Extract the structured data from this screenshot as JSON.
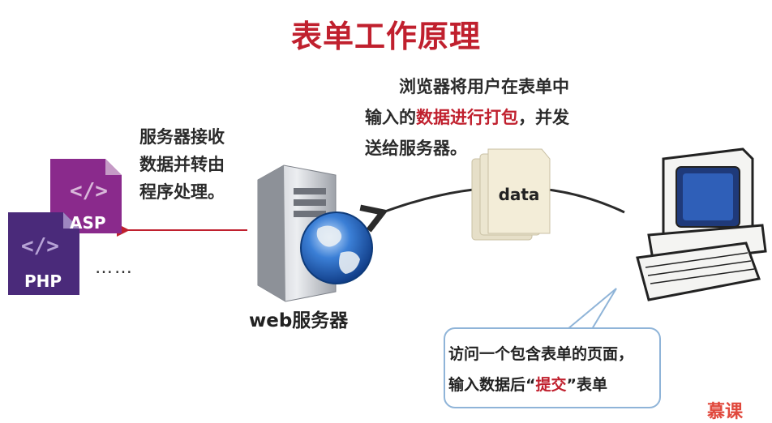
{
  "title": "表单工作原理",
  "browser_note": {
    "line1": "浏览器将用户在表单中",
    "line2_pre": "输入的",
    "line2_hl": "数据进行打包",
    "line2_post": "，并发",
    "line3": "送给服务器。"
  },
  "server_note": {
    "line1": "服务器接收",
    "line2": "数据并转由",
    "line3": "程序处理。"
  },
  "data_label": "data",
  "server_label": "web服务器",
  "asp_label": "ASP",
  "php_label": "PHP",
  "ellipsis": "……",
  "callout": {
    "line1": "访问一个包含表单的页面，",
    "line2_pre": "输入数据后“",
    "line2_hl": "提交",
    "line2_post": "”表单"
  },
  "watermark": "慕课",
  "colors": {
    "title": "#c0202e",
    "highlight": "#c0202e",
    "asp": "#8a2a8c",
    "php": "#4a2a7a",
    "callout_border": "#8fb4d8"
  }
}
